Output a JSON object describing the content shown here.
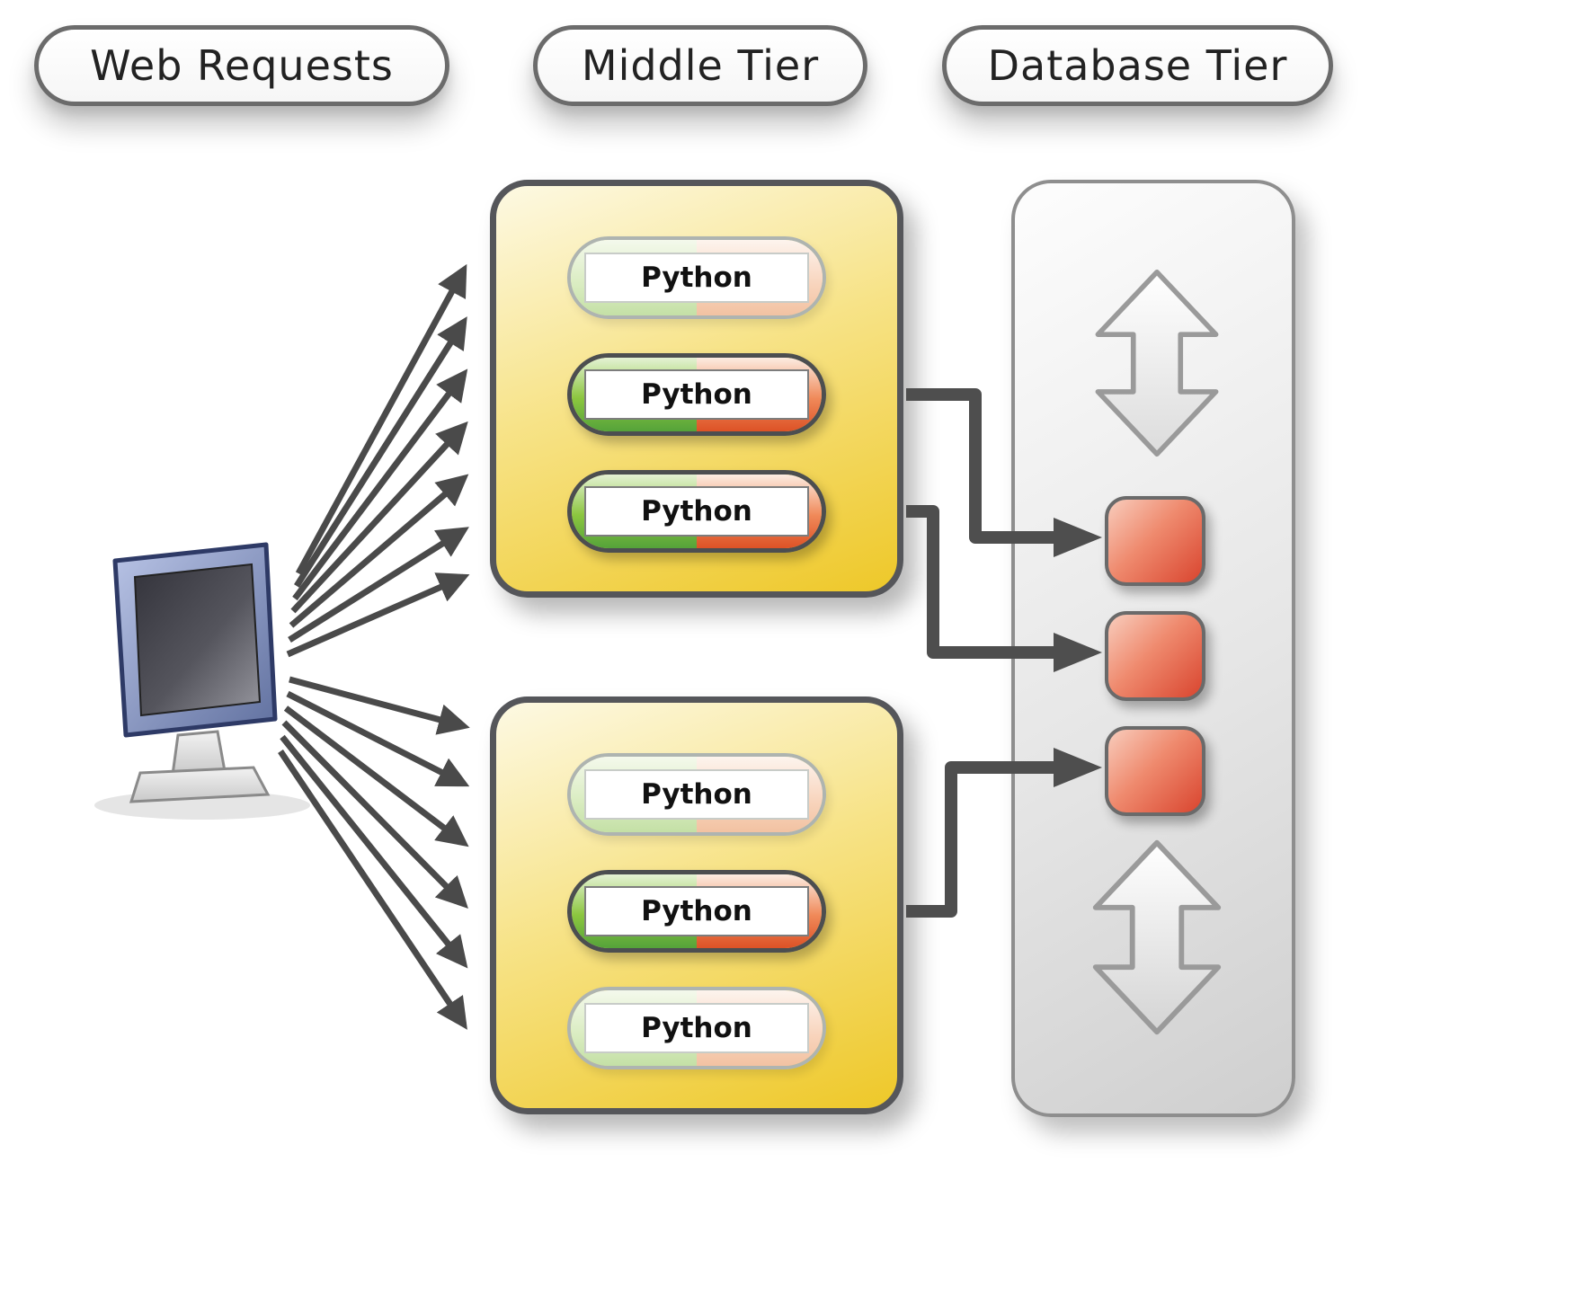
{
  "headers": [
    {
      "label": "Web Requests"
    },
    {
      "label": "Middle Tier"
    },
    {
      "label": "Database Tier"
    }
  ],
  "client": {
    "description": "computer sending many web requests"
  },
  "middle_tier": {
    "boxes": [
      {
        "processes": [
          {
            "label": "Python",
            "state": "idle"
          },
          {
            "label": "Python",
            "state": "active"
          },
          {
            "label": "Python",
            "state": "active"
          }
        ]
      },
      {
        "processes": [
          {
            "label": "Python",
            "state": "idle"
          },
          {
            "label": "Python",
            "state": "active"
          },
          {
            "label": "Python",
            "state": "idle"
          }
        ]
      }
    ]
  },
  "database_tier": {
    "connection_count": 3,
    "active_connections_from": [
      "box1.process2",
      "box1.process3",
      "box2.process2"
    ]
  },
  "colors": {
    "arrow": "#4a4a4a",
    "connector": "#4e4e4e",
    "box_yellow": "#eec829",
    "box_border": "#55565a",
    "pill_green": "#55a33a",
    "pill_red": "#dd5226",
    "db_node_red": "#d9452f",
    "panel_gray": "#d0d0d0"
  }
}
